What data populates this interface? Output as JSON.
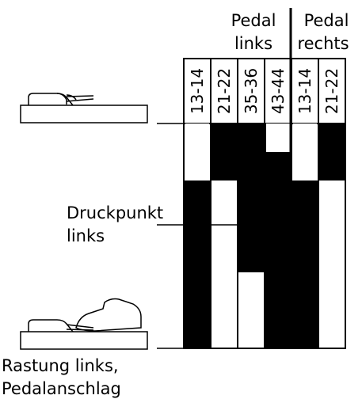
{
  "header": {
    "pedal_links_line1": "Pedal",
    "pedal_links_line2": "links",
    "pedal_rechts_line1": "Pedal",
    "pedal_rechts_line2": "rechts"
  },
  "columns": [
    {
      "label": "13-14",
      "pedal": "links"
    },
    {
      "label": "21-22",
      "pedal": "links"
    },
    {
      "label": "35-36",
      "pedal": "links"
    },
    {
      "label": "43-44",
      "pedal": "links"
    },
    {
      "label": "13-14",
      "pedal": "rechts"
    },
    {
      "label": "21-22",
      "pedal": "rechts"
    }
  ],
  "side_labels": {
    "druckpunkt_line1": "Druckpunkt",
    "druckpunkt_line2": "links",
    "rastung_line1": "Rastung links,",
    "rastung_line2": "Pedalanschlag"
  },
  "colors": {
    "fill": "#000000",
    "background": "#ffffff"
  }
}
